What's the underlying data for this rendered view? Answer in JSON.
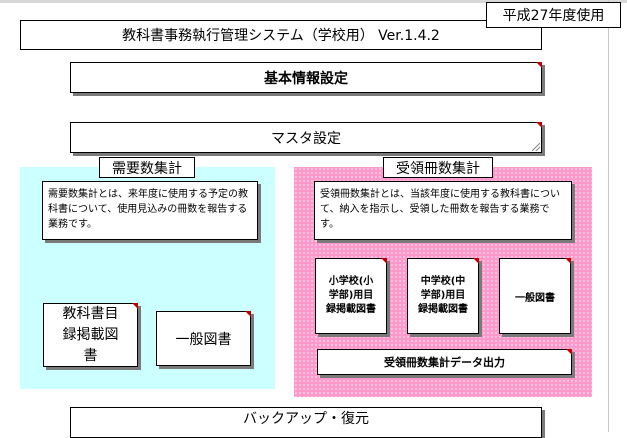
{
  "header": {
    "title": "教科書事務執行管理システム（学校用） Ver.1.4.2",
    "year_badge": "平成27年度使用"
  },
  "menu": {
    "basic_info": "基本情報設定",
    "master": "マスタ設定",
    "backup": "バックアップ・復元"
  },
  "demand": {
    "title": "需要数集計",
    "description": "需要数集計とは、来年度に使用する予定の教科書について、使用見込みの冊数を報告する業務です。",
    "textbook_button": "教科書目録掲載図書",
    "general_button": "一般図書"
  },
  "received": {
    "title": "受領冊数集計",
    "description": "受領冊数集計とは、当該年度に使用する教科書について、納入を指示し、受領した冊数を報告する業務です。",
    "elementary_button": "小学校(小学部)用目録掲載図書",
    "junior_button": "中学校(中学部)用目録掲載図書",
    "general_button": "一般図書",
    "output_button": "受領冊数集計データ出力"
  },
  "colors": {
    "demand_panel": "#ccffff",
    "received_panel": "#ff99cc",
    "corner_marker": "#c00000"
  }
}
